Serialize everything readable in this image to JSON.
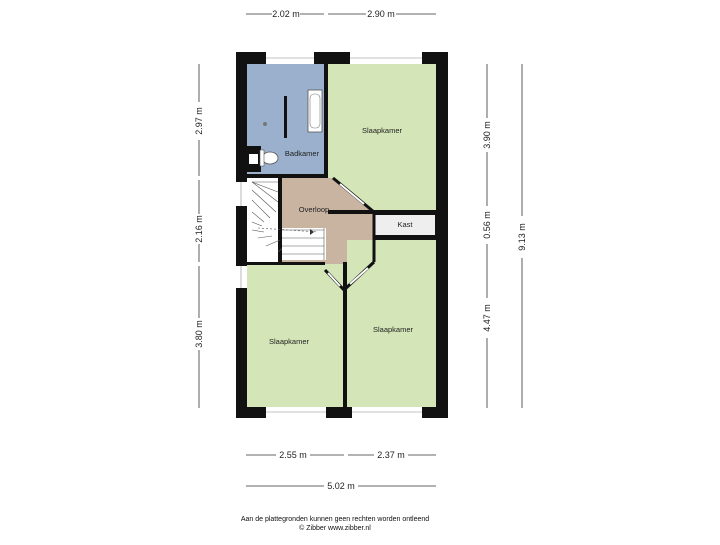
{
  "colors": {
    "bathroom": "#9ab0cc",
    "bedroom": "#d4e6b8",
    "landing": "#c9b4a2",
    "storage": "#eeeeee",
    "wall": "#111111",
    "stairs": "#ffffff"
  },
  "dimensions": {
    "top_left": "2.02 m",
    "top_right": "2.90 m",
    "bottom_left": "2.55 m",
    "bottom_right": "2.37 m",
    "bottom_total": "5.02 m",
    "left_top": "2.97 m",
    "left_middle": "2.16 m",
    "left_bottom": "3.80 m",
    "right_top": "3.90 m",
    "right_middle": "0.56 m",
    "right_bottom": "4.47 m",
    "right_total": "9.13 m"
  },
  "rooms": {
    "bathroom": "Badkamer",
    "bedroom_top_right": "Slaapkamer",
    "landing": "Overloop",
    "storage": "Kast",
    "bedroom_bottom_left": "Slaapkamer",
    "bedroom_bottom_right": "Slaapkamer"
  },
  "footer": {
    "disclaimer": "Aan de plattegronden kunnen geen rechten worden ontleend",
    "credit": "© Zibber www.zibber.nl"
  }
}
